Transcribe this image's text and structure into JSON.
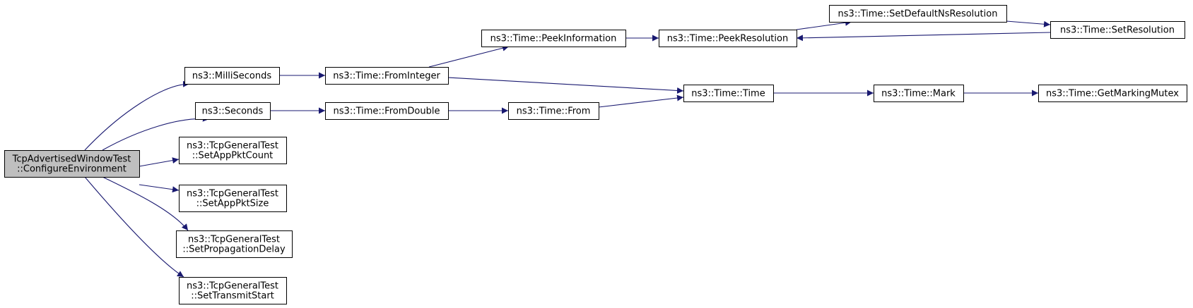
{
  "colors": {
    "edge": "#191970",
    "node_fill": "#ffffff",
    "root_fill": "#bfbfbf",
    "border": "#000000"
  },
  "nodes": [
    {
      "id": "root",
      "lines": [
        "TcpAdvertisedWindowTest",
        "::ConfigureEnvironment"
      ],
      "highlighted": true
    },
    {
      "id": "milliseconds",
      "lines": [
        "ns3::MilliSeconds"
      ]
    },
    {
      "id": "seconds",
      "lines": [
        "ns3::Seconds"
      ]
    },
    {
      "id": "setapppktcount",
      "lines": [
        "ns3::TcpGeneralTest",
        "::SetAppPktCount"
      ]
    },
    {
      "id": "setapppktsize",
      "lines": [
        "ns3::TcpGeneralTest",
        "::SetAppPktSize"
      ]
    },
    {
      "id": "setpropagationdelay",
      "lines": [
        "ns3::TcpGeneralTest",
        "::SetPropagationDelay"
      ]
    },
    {
      "id": "settransmitstart",
      "lines": [
        "ns3::TcpGeneralTest",
        "::SetTransmitStart"
      ]
    },
    {
      "id": "frominteger",
      "lines": [
        "ns3::Time::FromInteger"
      ]
    },
    {
      "id": "fromdouble",
      "lines": [
        "ns3::Time::FromDouble"
      ]
    },
    {
      "id": "peekinformation",
      "lines": [
        "ns3::Time::PeekInformation"
      ]
    },
    {
      "id": "from",
      "lines": [
        "ns3::Time::From"
      ]
    },
    {
      "id": "peekresolution",
      "lines": [
        "ns3::Time::PeekResolution"
      ]
    },
    {
      "id": "time",
      "lines": [
        "ns3::Time::Time"
      ]
    },
    {
      "id": "setdefaultnsresolution",
      "lines": [
        "ns3::Time::SetDefaultNsResolution"
      ]
    },
    {
      "id": "setresolution",
      "lines": [
        "ns3::Time::SetResolution"
      ]
    },
    {
      "id": "mark",
      "lines": [
        "ns3::Time::Mark"
      ]
    },
    {
      "id": "getmarkingmutex",
      "lines": [
        "ns3::Time::GetMarkingMutex"
      ]
    }
  ],
  "edges": [
    {
      "from": "root",
      "to": "milliseconds"
    },
    {
      "from": "root",
      "to": "seconds"
    },
    {
      "from": "root",
      "to": "setapppktcount"
    },
    {
      "from": "root",
      "to": "setapppktsize"
    },
    {
      "from": "root",
      "to": "setpropagationdelay"
    },
    {
      "from": "root",
      "to": "settransmitstart"
    },
    {
      "from": "milliseconds",
      "to": "frominteger"
    },
    {
      "from": "seconds",
      "to": "fromdouble"
    },
    {
      "from": "frominteger",
      "to": "peekinformation"
    },
    {
      "from": "frominteger",
      "to": "time"
    },
    {
      "from": "fromdouble",
      "to": "from"
    },
    {
      "from": "from",
      "to": "time"
    },
    {
      "from": "peekinformation",
      "to": "peekresolution"
    },
    {
      "from": "peekresolution",
      "to": "setdefaultnsresolution"
    },
    {
      "from": "setdefaultnsresolution",
      "to": "setresolution"
    },
    {
      "from": "setresolution",
      "to": "peekresolution"
    },
    {
      "from": "time",
      "to": "mark"
    },
    {
      "from": "mark",
      "to": "getmarkingmutex"
    }
  ]
}
